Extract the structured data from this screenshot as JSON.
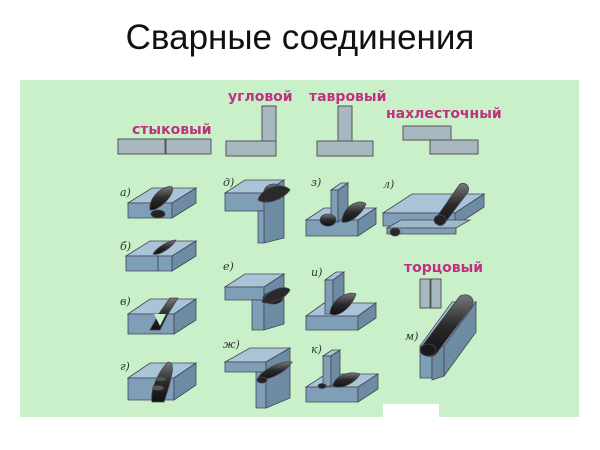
{
  "title": "Сварные соединения",
  "categories": {
    "butt": "стыковый",
    "corner": "угловой",
    "tee": "тавровый",
    "lap": "нахлесточный",
    "edge": "торцовый"
  },
  "letters": {
    "a": "а)",
    "b": "б)",
    "v": "в)",
    "g": "г)",
    "d": "д)",
    "e": "е)",
    "zh": "ж)",
    "z": "з)",
    "i": "и)",
    "k": "к)",
    "l": "л)",
    "m": "м)"
  },
  "colors": {
    "panel": "#c9f0c9",
    "plate_top": "#9fb8c8",
    "plate_side": "#7f9fb6",
    "weld": "#2a2a2a",
    "label": "#c03080"
  }
}
